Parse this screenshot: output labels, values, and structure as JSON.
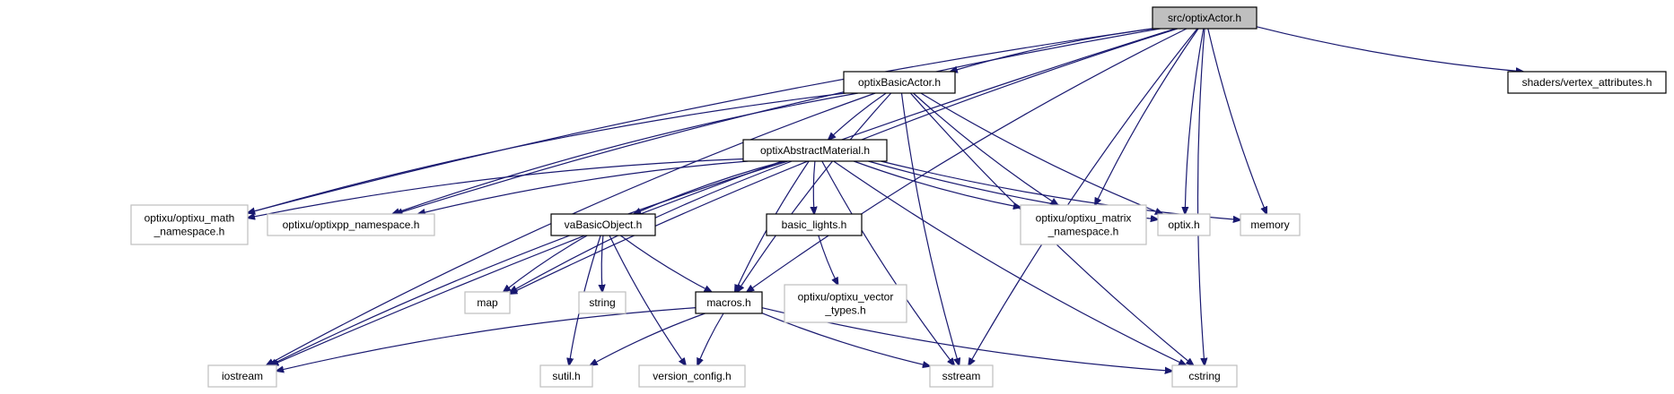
{
  "colors": {
    "edge": "#191970",
    "root_fill": "#bfbfbf",
    "root_border": "#000000",
    "documented_border": "#000000",
    "external_border": "#bfbfbf",
    "text": "#000000",
    "background": "#ffffff"
  },
  "nodes": {
    "optixActor": {
      "lines": [
        "src/optixActor.h"
      ],
      "kind": "root"
    },
    "optixBasicActor": {
      "lines": [
        "optixBasicActor.h"
      ],
      "kind": "documented"
    },
    "vertexAttributes": {
      "lines": [
        "shaders/vertex_attributes.h"
      ],
      "kind": "documented"
    },
    "optixAbstractMaterial": {
      "lines": [
        "optixAbstractMaterial.h"
      ],
      "kind": "documented"
    },
    "optixuMath": {
      "lines": [
        "optixu/optixu_math",
        "_namespace.h"
      ],
      "kind": "external"
    },
    "optixppNamespace": {
      "lines": [
        "optixu/optixpp_namespace.h"
      ],
      "kind": "external"
    },
    "vaBasicObject": {
      "lines": [
        "vaBasicObject.h"
      ],
      "kind": "documented"
    },
    "basicLights": {
      "lines": [
        "basic_lights.h"
      ],
      "kind": "documented"
    },
    "optixuMatrix": {
      "lines": [
        "optixu/optixu_matrix",
        "_namespace.h"
      ],
      "kind": "external"
    },
    "optixH": {
      "lines": [
        "optix.h"
      ],
      "kind": "external"
    },
    "memory": {
      "lines": [
        "memory"
      ],
      "kind": "external"
    },
    "map": {
      "lines": [
        "map"
      ],
      "kind": "external"
    },
    "string": {
      "lines": [
        "string"
      ],
      "kind": "external"
    },
    "macros": {
      "lines": [
        "macros.h"
      ],
      "kind": "documented"
    },
    "optixuVector": {
      "lines": [
        "optixu/optixu_vector",
        "_types.h"
      ],
      "kind": "external"
    },
    "iostream": {
      "lines": [
        "iostream"
      ],
      "kind": "external"
    },
    "sutil": {
      "lines": [
        "sutil.h"
      ],
      "kind": "external"
    },
    "versionConfig": {
      "lines": [
        "version_config.h"
      ],
      "kind": "external"
    },
    "sstream": {
      "lines": [
        "sstream"
      ],
      "kind": "external"
    },
    "cstring": {
      "lines": [
        "cstring"
      ],
      "kind": "external"
    }
  },
  "edges": [
    [
      "optixActor",
      "optixBasicActor"
    ],
    [
      "optixActor",
      "vertexAttributes"
    ],
    [
      "optixActor",
      "optixuMath"
    ],
    [
      "optixActor",
      "optixppNamespace"
    ],
    [
      "optixActor",
      "optixuMatrix"
    ],
    [
      "optixActor",
      "optixH"
    ],
    [
      "optixActor",
      "memory"
    ],
    [
      "optixActor",
      "map"
    ],
    [
      "optixActor",
      "macros"
    ],
    [
      "optixActor",
      "iostream"
    ],
    [
      "optixActor",
      "sstream"
    ],
    [
      "optixActor",
      "cstring"
    ],
    [
      "optixBasicActor",
      "optixAbstractMaterial"
    ],
    [
      "optixBasicActor",
      "optixuMath"
    ],
    [
      "optixBasicActor",
      "optixppNamespace"
    ],
    [
      "optixBasicActor",
      "optixuMatrix"
    ],
    [
      "optixBasicActor",
      "optixH"
    ],
    [
      "optixBasicActor",
      "macros"
    ],
    [
      "optixBasicActor",
      "iostream"
    ],
    [
      "optixBasicActor",
      "sstream"
    ],
    [
      "optixBasicActor",
      "cstring"
    ],
    [
      "optixAbstractMaterial",
      "optixuMath"
    ],
    [
      "optixAbstractMaterial",
      "optixppNamespace"
    ],
    [
      "optixAbstractMaterial",
      "vaBasicObject"
    ],
    [
      "optixAbstractMaterial",
      "basicLights"
    ],
    [
      "optixAbstractMaterial",
      "optixuMatrix"
    ],
    [
      "optixAbstractMaterial",
      "optixH"
    ],
    [
      "optixAbstractMaterial",
      "memory"
    ],
    [
      "optixAbstractMaterial",
      "map"
    ],
    [
      "optixAbstractMaterial",
      "macros"
    ],
    [
      "optixAbstractMaterial",
      "iostream"
    ],
    [
      "optixAbstractMaterial",
      "sstream"
    ],
    [
      "optixAbstractMaterial",
      "cstring"
    ],
    [
      "vaBasicObject",
      "map"
    ],
    [
      "vaBasicObject",
      "string"
    ],
    [
      "vaBasicObject",
      "macros"
    ],
    [
      "vaBasicObject",
      "sutil"
    ],
    [
      "vaBasicObject",
      "versionConfig"
    ],
    [
      "basicLights",
      "optixuVector"
    ],
    [
      "macros",
      "iostream"
    ],
    [
      "macros",
      "sutil"
    ],
    [
      "macros",
      "versionConfig"
    ],
    [
      "macros",
      "sstream"
    ],
    [
      "macros",
      "cstring"
    ]
  ]
}
